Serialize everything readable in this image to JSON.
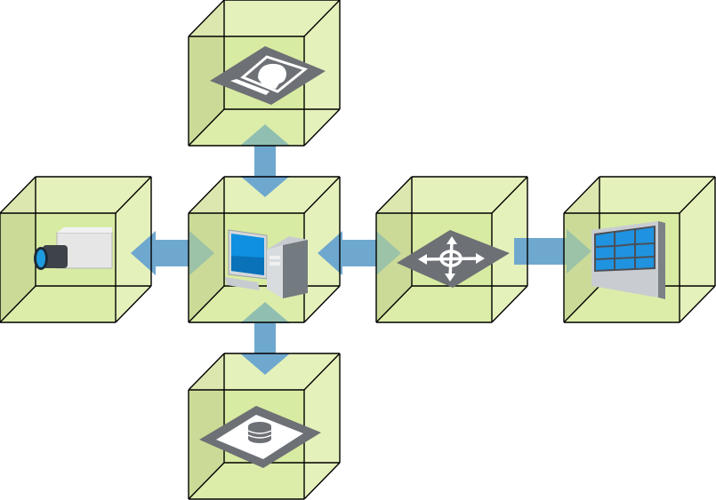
{
  "diagram": {
    "nodes": [
      {
        "id": "camera",
        "icon": "ip-camera-icon"
      },
      {
        "id": "computer",
        "icon": "desktop-computer-icon"
      },
      {
        "id": "switch",
        "icon": "network-switch-icon"
      },
      {
        "id": "video-wall",
        "icon": "video-wall-icon"
      },
      {
        "id": "face-recognition",
        "icon": "face-recognition-icon"
      },
      {
        "id": "storage",
        "icon": "storage-database-icon"
      }
    ],
    "connections": [
      {
        "from": "camera",
        "to": "computer",
        "direction": "bidirectional"
      },
      {
        "from": "computer",
        "to": "switch",
        "direction": "bidirectional"
      },
      {
        "from": "switch",
        "to": "video-wall",
        "direction": "one-way"
      },
      {
        "from": "computer",
        "to": "face-recognition",
        "direction": "bidirectional"
      },
      {
        "from": "computer",
        "to": "storage",
        "direction": "bidirectional"
      }
    ],
    "colors": {
      "cube_face": "#e2efb6",
      "cube_side": "#d4dfac",
      "cube_edge": "#000000",
      "arrow": "#6fa8cf",
      "arrow_inside": "#7ab09a",
      "icon_plate": "#6d7075"
    }
  }
}
